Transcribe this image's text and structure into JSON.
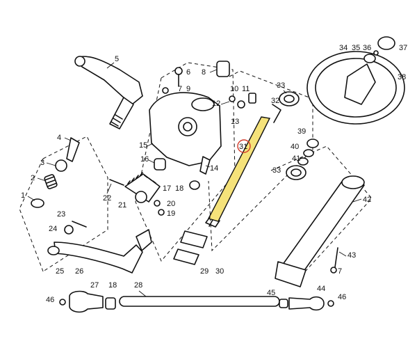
{
  "colors": {
    "ink": "#111111",
    "highlight": "#f5e27a",
    "callout_ring": "#d23a2a",
    "background": "#ffffff"
  },
  "highlighted_part": "31",
  "callouts": [
    {
      "id": "c1",
      "label": "1"
    },
    {
      "id": "c2",
      "label": "2"
    },
    {
      "id": "c3",
      "label": "3"
    },
    {
      "id": "c4",
      "label": "4"
    },
    {
      "id": "c5",
      "label": "5"
    },
    {
      "id": "c6",
      "label": "6"
    },
    {
      "id": "c7a",
      "label": "7"
    },
    {
      "id": "c7b",
      "label": "7"
    },
    {
      "id": "c8",
      "label": "8"
    },
    {
      "id": "c9",
      "label": "9"
    },
    {
      "id": "c10",
      "label": "10"
    },
    {
      "id": "c11",
      "label": "11"
    },
    {
      "id": "c12",
      "label": "12"
    },
    {
      "id": "c13",
      "label": "13"
    },
    {
      "id": "c14",
      "label": "14"
    },
    {
      "id": "c15",
      "label": "15"
    },
    {
      "id": "c16",
      "label": "16"
    },
    {
      "id": "c17",
      "label": "17"
    },
    {
      "id": "c18a",
      "label": "18"
    },
    {
      "id": "c18b",
      "label": "18"
    },
    {
      "id": "c19",
      "label": "19"
    },
    {
      "id": "c20",
      "label": "20"
    },
    {
      "id": "c21",
      "label": "21"
    },
    {
      "id": "c22",
      "label": "22"
    },
    {
      "id": "c23",
      "label": "23"
    },
    {
      "id": "c24",
      "label": "24"
    },
    {
      "id": "c25",
      "label": "25"
    },
    {
      "id": "c26",
      "label": "26"
    },
    {
      "id": "c27",
      "label": "27"
    },
    {
      "id": "c28",
      "label": "28"
    },
    {
      "id": "c29",
      "label": "29"
    },
    {
      "id": "c30",
      "label": "30"
    },
    {
      "id": "c31",
      "label": "31"
    },
    {
      "id": "c32",
      "label": "32"
    },
    {
      "id": "c33a",
      "label": "33"
    },
    {
      "id": "c33b",
      "label": "33"
    },
    {
      "id": "c34",
      "label": "34"
    },
    {
      "id": "c35",
      "label": "35"
    },
    {
      "id": "c36",
      "label": "36"
    },
    {
      "id": "c37",
      "label": "37"
    },
    {
      "id": "c38",
      "label": "38"
    },
    {
      "id": "c39",
      "label": "39"
    },
    {
      "id": "c40",
      "label": "40"
    },
    {
      "id": "c41",
      "label": "41"
    },
    {
      "id": "c42",
      "label": "42"
    },
    {
      "id": "c43",
      "label": "43"
    },
    {
      "id": "c44",
      "label": "44"
    },
    {
      "id": "c45",
      "label": "45"
    },
    {
      "id": "c46a",
      "label": "46"
    },
    {
      "id": "c46b",
      "label": "46"
    }
  ]
}
